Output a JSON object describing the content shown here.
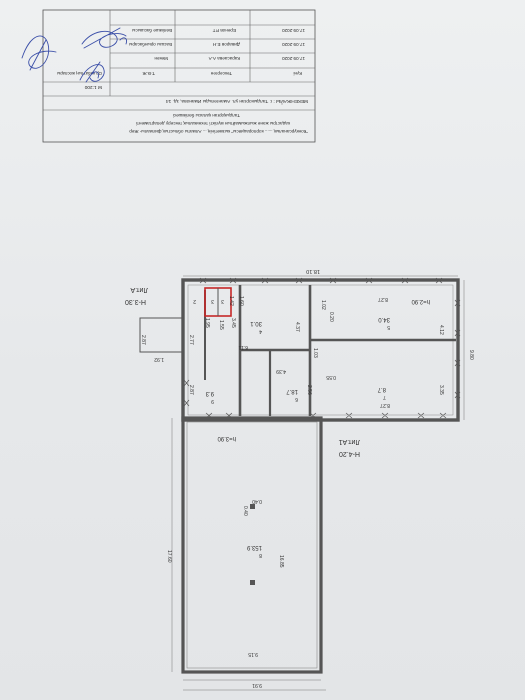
{
  "title_block": {
    "title_lines": [
      "\"Конкурсаналық ...... корпорациясы\" кызметінің ... Алматы облыстық филиалы- Жер",
      "кадастры және жылжымайтын мүлікті техникалық тексеру департаменті",
      "Талдықорған қаласы бөлімшесі"
    ],
    "address_row": "МЕКЕНЖАЙЫ : г. Талдыкорган ул. Амангельды Иманова, зд. 14",
    "scale_label": "М 1:200",
    "doc_label": "Ор қабаттың жоспары",
    "columns": [
      "Күні",
      "Тексерген",
      "Т.Ә.Ж"
    ],
    "rows": [
      {
        "role": "Мекен",
        "name": "Карасаева А.А",
        "date": "17.09.2020"
      },
      {
        "role": "Басшы орынбасары",
        "name": "Диваров Е.Н",
        "date": "17.09.2020"
      },
      {
        "role": "Бөлімше басшысы",
        "name": "Еренов Р.Т",
        "date": "17.09.2020"
      }
    ]
  },
  "signatures": [
    "signature-1",
    "signature-2",
    "signature-3"
  ],
  "plan": {
    "lit_a": {
      "label": "Лит.А",
      "height": "Н-3.30"
    },
    "lit_a1": {
      "label": "Лит.А1",
      "height": "Н-4.20"
    },
    "room_heights": [
      "h=2.90",
      "h=3.90"
    ],
    "rooms": [
      "153.9",
      "8.7",
      "34.0",
      "30.1",
      "18.7",
      "9.3",
      "8.9",
      "3"
    ],
    "room_codes": [
      "8",
      "7",
      "5",
      "4",
      "6",
      "9",
      "2",
      "3"
    ],
    "dimensions": [
      "18.10",
      "9.80",
      "8.27",
      "8.27",
      "4.12",
      "3.35",
      "4.37",
      "1.02",
      "1.60",
      "1.42",
      "3.45",
      "1.55",
      "1.95",
      "2.77",
      "2.87",
      "2.87",
      "1.92",
      "6.11",
      "4.39",
      "2.56",
      "0.55",
      "0.20",
      "17.60",
      "16.85",
      "9.15",
      "9.91",
      "0.40",
      "0.40",
      "1.03"
    ]
  }
}
